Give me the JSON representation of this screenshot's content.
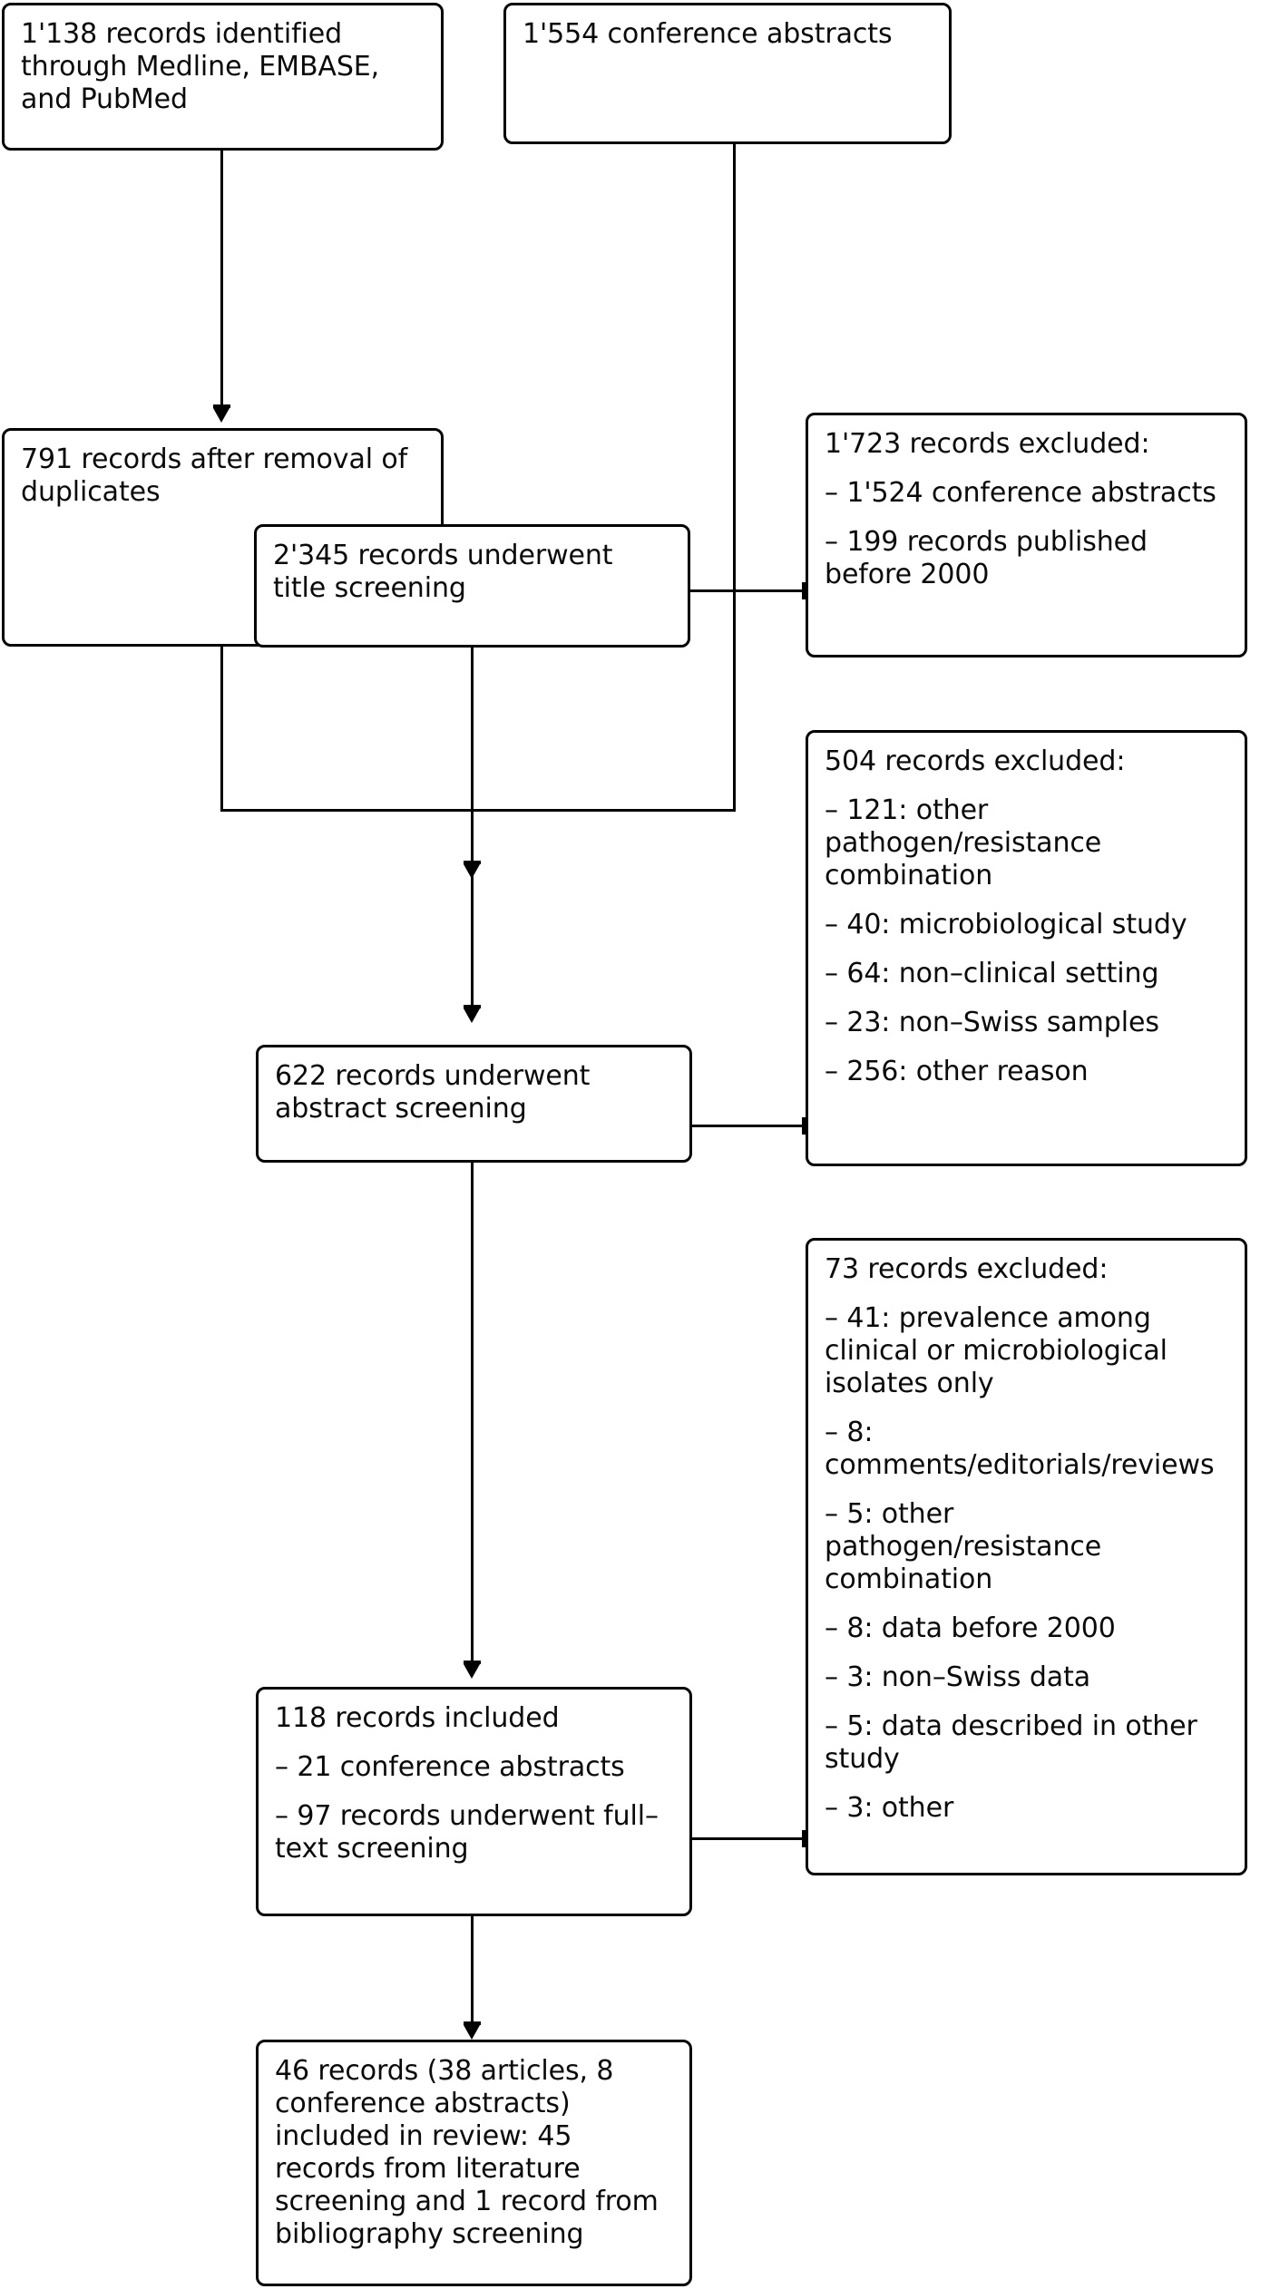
{
  "diagram": {
    "type": "prisma-flow-diagram",
    "title": "Study selection flow",
    "line_color": "#000000",
    "text_color": "#0a0a0a",
    "background": "#ffffff"
  },
  "nodes": {
    "identification_databases": {
      "id": "identification-databases",
      "lines": [
        "1'138 records identified through Medline, EMBASE, and PubMed"
      ],
      "count": 1138
    },
    "identification_abstracts": {
      "id": "identification-conference-abstracts",
      "lines": [
        "1'554 conference abstracts"
      ],
      "count": 1554
    },
    "after_duplicates": {
      "id": "records-after-duplicate-removal",
      "lines": [
        "791 records after removal of duplicates"
      ],
      "count": 791
    },
    "title_screening": {
      "id": "title-screening",
      "lines": [
        "2'345 records underwent title screening"
      ],
      "count": 2345
    },
    "excluded_title": {
      "id": "excluded-after-title-screening",
      "heading": "1'723 records excluded:",
      "count": 1723,
      "reasons": [
        "– 1'524 conference abstracts",
        "– 199 records published before 2000"
      ]
    },
    "abstract_screening": {
      "id": "abstract-screening",
      "lines": [
        "622 records underwent abstract screening"
      ],
      "count": 622
    },
    "excluded_abstract": {
      "id": "excluded-after-abstract-screening",
      "heading": "504 records excluded:",
      "count": 504,
      "reasons": [
        "– 121: other pathogen/resistance combination",
        "– 40: microbiological study",
        "– 64: non–clinical setting",
        "– 23: non–Swiss samples",
        "– 256: other reason"
      ]
    },
    "excluded_fulltext": {
      "id": "excluded-after-full-text-screening",
      "heading": "73 records excluded:",
      "count": 73,
      "reasons": [
        "– 41: prevalence among clinical or microbiological isolates only",
        "– 8: comments/editorials/reviews",
        "– 5: other pathogen/resistance combination",
        "– 8: data before 2000",
        "– 3: non–Swiss data",
        "– 5: data described in other study",
        "– 3: other"
      ]
    },
    "included_records": {
      "id": "records-included",
      "heading": "118 records included",
      "count": 118,
      "items": [
        "– 21 conference abstracts",
        "– 97 records underwent full–text screening"
      ]
    },
    "final_included": {
      "id": "records-included-in-review",
      "lines": [
        "46 records (38 articles, 8 conference abstracts) included in review: 45 records from literature screening and 1 record from bibliography screening"
      ],
      "count": 46
    }
  },
  "chart_data": {
    "type": "flowchart",
    "title": "PRISMA study selection flow diagram",
    "stages": [
      {
        "stage": "Identification – databases",
        "label": "1'138 records identified through Medline, EMBASE, and PubMed",
        "value": 1138
      },
      {
        "stage": "Identification – conference abstracts",
        "label": "1'554 conference abstracts",
        "value": 1554
      },
      {
        "stage": "Duplicate removal",
        "label": "791 records after removal of duplicates",
        "value": 791
      },
      {
        "stage": "Title screening",
        "label": "2'345 records underwent title screening",
        "value": 2345
      },
      {
        "stage": "Excluded at title screening",
        "label": "1'723 records excluded",
        "value": 1723,
        "breakdown": [
          {
            "label": "conference abstracts",
            "value": 1524
          },
          {
            "label": "records published before 2000",
            "value": 199
          }
        ]
      },
      {
        "stage": "Abstract screening",
        "label": "622 records underwent abstract screening",
        "value": 622
      },
      {
        "stage": "Excluded at abstract screening",
        "label": "504 records excluded",
        "value": 504,
        "breakdown": [
          {
            "label": "other pathogen/resistance combination",
            "value": 121
          },
          {
            "label": "microbiological study",
            "value": 40
          },
          {
            "label": "non-clinical setting",
            "value": 64
          },
          {
            "label": "non-Swiss samples",
            "value": 23
          },
          {
            "label": "other reason",
            "value": 256
          }
        ]
      },
      {
        "stage": "Included records",
        "label": "118 records included",
        "value": 118,
        "breakdown": [
          {
            "label": "conference abstracts",
            "value": 21
          },
          {
            "label": "records underwent full-text screening",
            "value": 97
          }
        ]
      },
      {
        "stage": "Excluded at full-text screening",
        "label": "73 records excluded",
        "value": 73,
        "breakdown": [
          {
            "label": "prevalence among clinical or microbiological isolates only",
            "value": 41
          },
          {
            "label": "comments/editorials/reviews",
            "value": 8
          },
          {
            "label": "other pathogen/resistance combination",
            "value": 5
          },
          {
            "label": "data before 2000",
            "value": 8
          },
          {
            "label": "non-Swiss data",
            "value": 3
          },
          {
            "label": "data described in other study",
            "value": 5
          },
          {
            "label": "other",
            "value": 3
          }
        ]
      },
      {
        "stage": "Final inclusion",
        "label": "46 records (38 articles, 8 conference abstracts) included in review",
        "value": 46,
        "breakdown": [
          {
            "label": "records from literature screening",
            "value": 45
          },
          {
            "label": "record from bibliography screening",
            "value": 1
          }
        ]
      }
    ],
    "edges": [
      {
        "from": "Identification – databases",
        "to": "Duplicate removal"
      },
      {
        "from": "Duplicate removal",
        "to": "Title screening"
      },
      {
        "from": "Identification – conference abstracts",
        "to": "Title screening"
      },
      {
        "from": "Title screening",
        "to": "Excluded at title screening"
      },
      {
        "from": "Title screening",
        "to": "Abstract screening"
      },
      {
        "from": "Abstract screening",
        "to": "Excluded at abstract screening"
      },
      {
        "from": "Abstract screening",
        "to": "Included records"
      },
      {
        "from": "Included records",
        "to": "Excluded at full-text screening"
      },
      {
        "from": "Included records",
        "to": "Final inclusion"
      }
    ]
  }
}
